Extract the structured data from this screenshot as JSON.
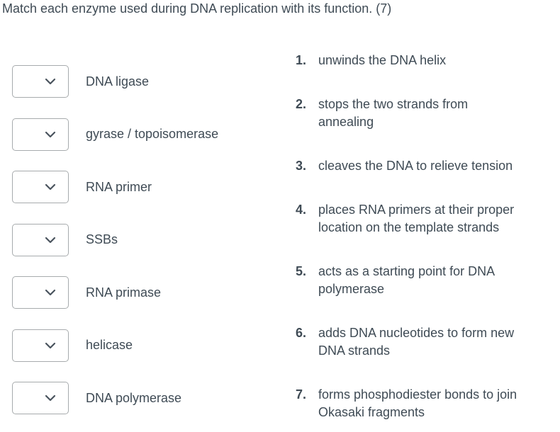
{
  "question": {
    "title": "Match each enzyme used during DNA replication with its function. (7)"
  },
  "enzymes": [
    {
      "label": "DNA ligase",
      "value": ""
    },
    {
      "label": "gyrase / topoisomerase",
      "value": ""
    },
    {
      "label": "RNA primer",
      "value": ""
    },
    {
      "label": "SSBs",
      "value": ""
    },
    {
      "label": "RNA primase",
      "value": ""
    },
    {
      "label": "helicase",
      "value": ""
    },
    {
      "label": "DNA polymerase",
      "value": ""
    }
  ],
  "functions": [
    {
      "number": "1.",
      "text": "unwinds the DNA helix"
    },
    {
      "number": "2.",
      "text": "stops the two strands from\nannealing"
    },
    {
      "number": "3.",
      "text": "cleaves the DNA to relieve tension"
    },
    {
      "number": "4.",
      "text": "places RNA primers at their proper\nlocation on the template strands"
    },
    {
      "number": "5.",
      "text": "acts as a starting point for DNA\npolymerase"
    },
    {
      "number": "6.",
      "text": "adds DNA nucleotides to form new\nDNA strands"
    },
    {
      "number": "7.",
      "text": "forms phosphodiester bonds to join\nOkasaki fragments"
    }
  ],
  "colors": {
    "text": "#3f4b55",
    "select_border": "#a7abad",
    "chevron": "#4a545e",
    "background": "#ffffff"
  }
}
